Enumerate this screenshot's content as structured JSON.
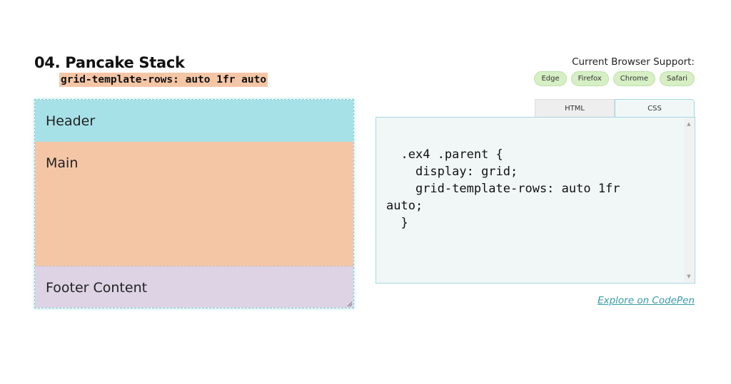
{
  "section": {
    "title": "04. Pancake Stack",
    "code_label": "grid-template-rows: auto 1fr auto"
  },
  "support": {
    "title": "Current Browser Support:",
    "browsers": [
      "Edge",
      "Firefox",
      "Chrome",
      "Safari"
    ]
  },
  "demo": {
    "header": "Header",
    "main": "Main",
    "footer": "Footer Content"
  },
  "code_panel": {
    "tabs": [
      "HTML",
      "CSS"
    ],
    "active_tab": "CSS",
    "code": "  .ex4 .parent {\n    display: grid;\n    grid-template-rows: auto 1fr\nauto;\n  }"
  },
  "codepen_link": "Explore on CodePen",
  "colors": {
    "header_bg": "#a7e1e8",
    "main_bg": "#f5c6a6",
    "footer_bg": "#ddd3e4",
    "badge_bg": "#d6efc4",
    "link": "#3a9aa8"
  }
}
